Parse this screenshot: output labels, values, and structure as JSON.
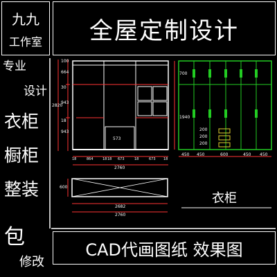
{
  "studio": {
    "line1": "九九",
    "line2": "工作室"
  },
  "headline": "全屋定制设计",
  "sidebar": {
    "line1": "专业",
    "line2": "设计",
    "item1": "衣柜",
    "item2": "橱柜",
    "item3": "整装"
  },
  "footer": {
    "left_big": "包",
    "left_small": "修改",
    "banner": "CAD代画图纸  效果图"
  },
  "drawing_caption": "衣柜",
  "dims": {
    "left_vert": [
      "100",
      "664",
      "30",
      "943",
      "2820",
      "18",
      "943"
    ],
    "inner_573": "573",
    "bottom_seg": [
      "18",
      "864",
      "18",
      "18",
      "673",
      "18",
      "673",
      "18"
    ],
    "width_total": "2760",
    "right_vert": [
      "700",
      "1940"
    ],
    "right_bottom": [
      "450",
      "450",
      "600",
      "450",
      "450"
    ],
    "drawers": [
      "200",
      "200",
      "200"
    ],
    "plan_depth": "600",
    "plan_inner": "2682",
    "plan_total": "2760"
  },
  "colors": {
    "line": "#ffffff",
    "dim": "#ff3333",
    "green": "#22cc22",
    "yellow": "#e0d030",
    "bg": "#000000"
  }
}
